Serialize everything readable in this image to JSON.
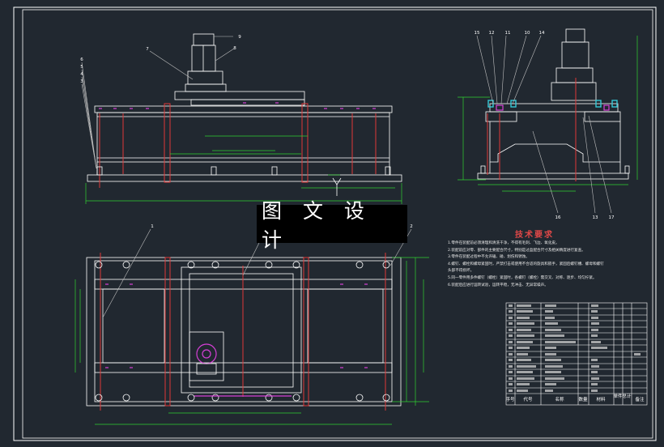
{
  "watermark": {
    "text": "图 文 设 计"
  },
  "tech_requirements": {
    "title": "技术要求",
    "items": [
      "1.零件在装配前必须清理和清洗干净，不得有毛刺、飞边、氧化皮。",
      "2.装配前应对零、部件的主要配合尺寸，特别是过盈配合尺寸及相关精度进行复查。",
      "3.零件在装配过程中不允许磕、碰、划伤和锈蚀。",
      "4.螺钉、螺栓和螺母紧固时，严禁打击或使用不合适的旋具和扳手，紧固后螺钉槽、螺母和螺钉",
      "  头部不得损坏。",
      "5.同一零件用多件螺钉（螺栓）紧固时，各螺钉（螺栓）需交叉、对称、逐步、均匀拧紧。",
      "6.装配后应进行运转试验，运转平稳，无冲击、无异常噪声。"
    ]
  },
  "bom_header": [
    "序号",
    "代号",
    "名称",
    "数量",
    "材料",
    "单件",
    "总计",
    "备注"
  ],
  "colors": {
    "background": "#212830",
    "outline": "#ffffff",
    "dimension": "#2fd12f",
    "centerline": "#e03838",
    "leader": "#bdbdbd",
    "accent_magenta": "#d63fd6",
    "accent_cyan": "#36c8d6"
  },
  "balloon_labels": {
    "front": [
      "7",
      "9",
      "8",
      "6",
      "5",
      "4",
      "3"
    ],
    "side": [
      "15",
      "12",
      "11",
      "10",
      "14",
      "16",
      "13",
      "17"
    ],
    "plan": [
      "1",
      "2"
    ]
  }
}
